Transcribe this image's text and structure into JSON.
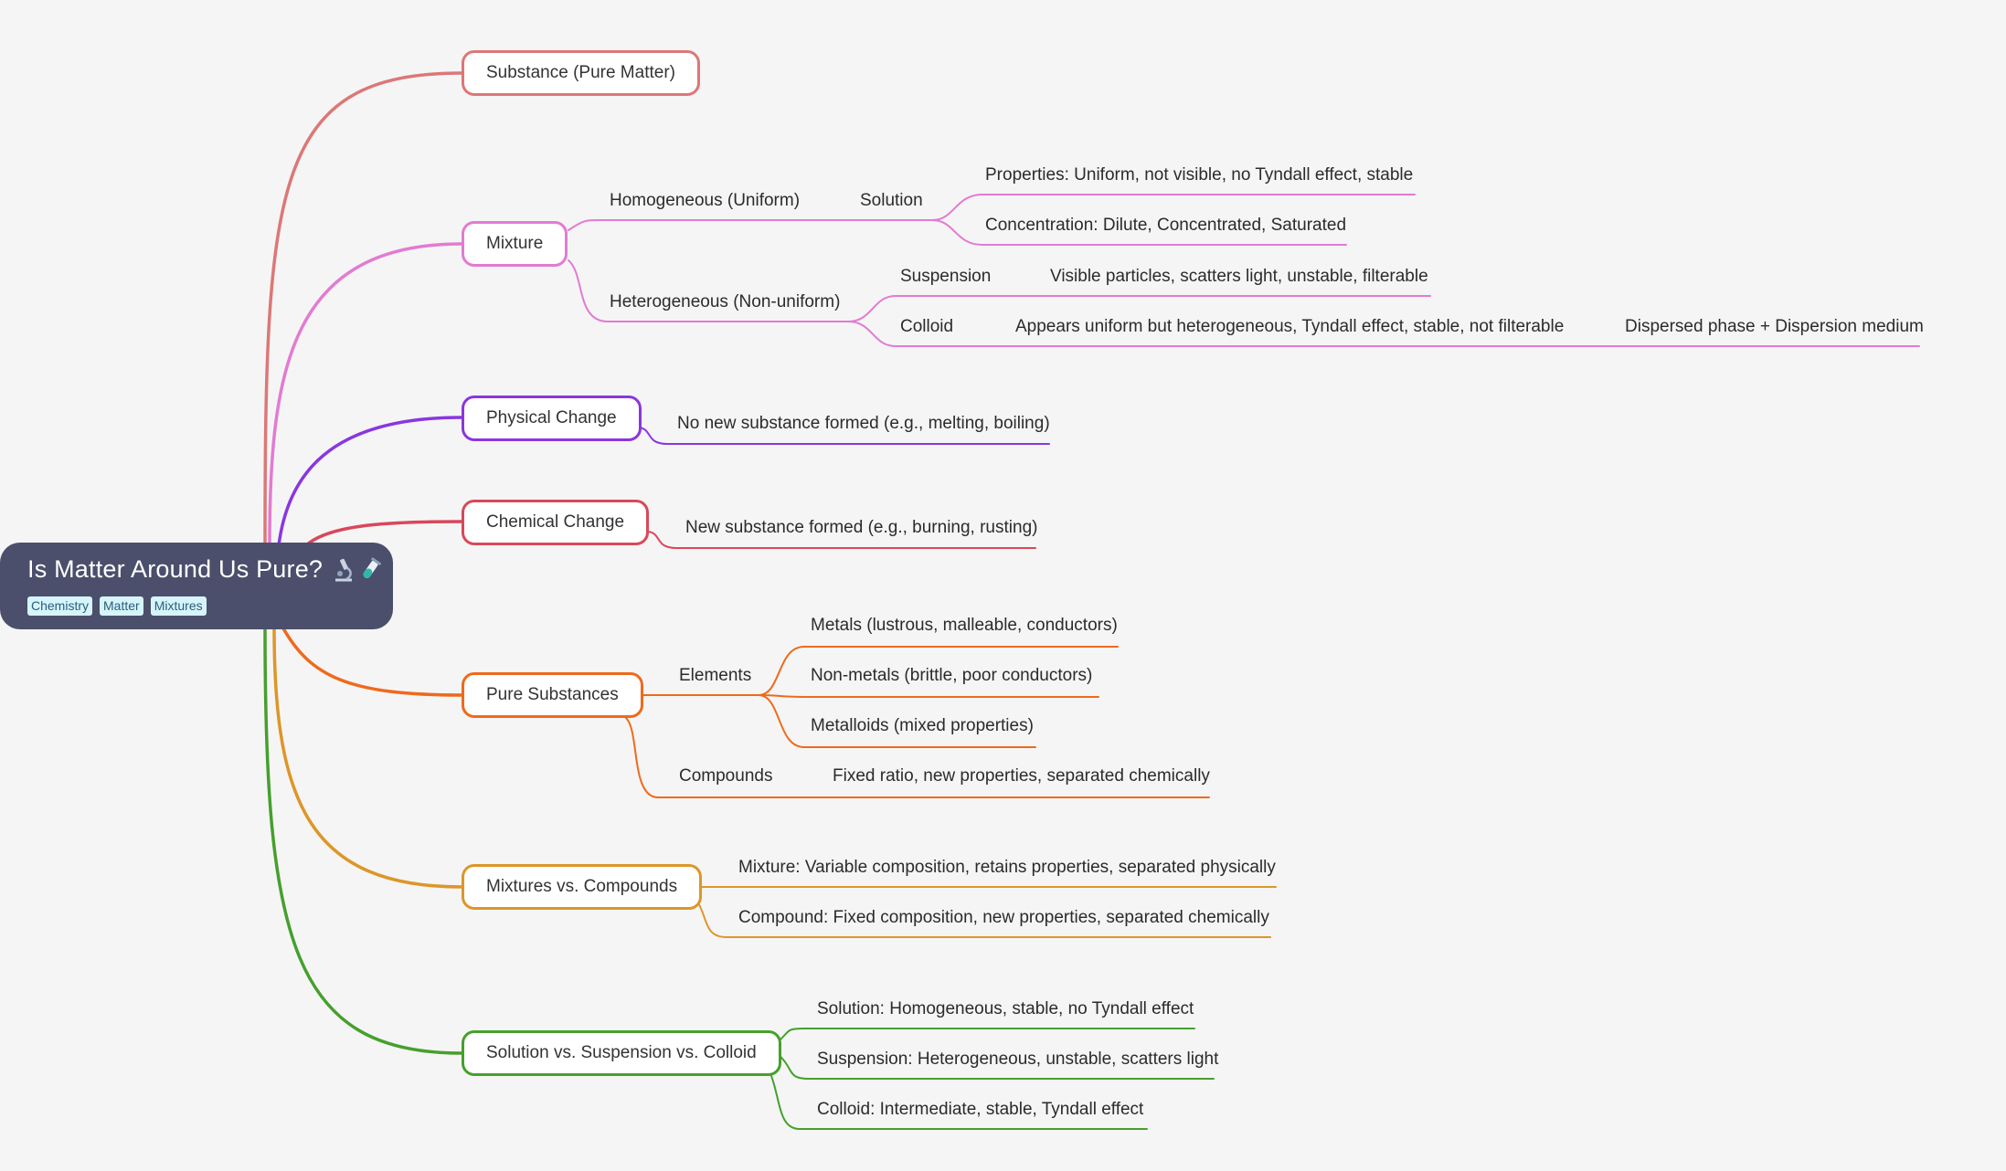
{
  "root": {
    "title": "Is Matter Around Us Pure?",
    "icons": [
      "microscope-icon",
      "test-tube-icon"
    ],
    "tags": [
      "Chemistry",
      "Matter",
      "Mixtures"
    ]
  },
  "colors": {
    "substance": "#dd7777",
    "mixture": "#e27bd2",
    "physical": "#8a36e0",
    "chemical": "#d8485a",
    "pure": "#ee6a1c",
    "mixcomp": "#dd9628",
    "solution": "#45a02c"
  },
  "branches": {
    "substance": {
      "label": "Substance (Pure Matter)"
    },
    "mixture": {
      "label": "Mixture",
      "homogeneous": {
        "label": "Homogeneous (Uniform)",
        "solution": {
          "label": "Solution",
          "properties": "Properties: Uniform, not visible, no Tyndall effect, stable",
          "concentration": "Concentration: Dilute, Concentrated, Saturated"
        }
      },
      "heterogeneous": {
        "label": "Heterogeneous (Non-uniform)",
        "suspension": {
          "label": "Suspension",
          "detail": "Visible particles, scatters light, unstable, filterable"
        },
        "colloid": {
          "label": "Colloid",
          "detail": "Appears uniform but heterogeneous, Tyndall effect, stable, not filterable",
          "phase": "Dispersed phase + Dispersion medium"
        }
      }
    },
    "physical": {
      "label": "Physical Change",
      "detail": "No new substance formed (e.g., melting, boiling)"
    },
    "chemical": {
      "label": "Chemical Change",
      "detail": "New substance formed (e.g., burning, rusting)"
    },
    "pure": {
      "label": "Pure Substances",
      "elements": {
        "label": "Elements",
        "items": [
          "Metals (lustrous, malleable, conductors)",
          "Non-metals (brittle, poor conductors)",
          "Metalloids (mixed properties)"
        ]
      },
      "compounds": {
        "label": "Compounds",
        "detail": "Fixed ratio, new properties, separated chemically"
      }
    },
    "mixcomp": {
      "label": "Mixtures vs. Compounds",
      "items": [
        "Mixture: Variable composition, retains properties, separated physically",
        "Compound: Fixed composition, new properties, separated chemically"
      ]
    },
    "solution": {
      "label": "Solution vs. Suspension vs. Colloid",
      "items": [
        "Solution: Homogeneous, stable, no Tyndall effect",
        "Suspension: Heterogeneous, unstable, scatters light",
        "Colloid: Intermediate, stable, Tyndall effect"
      ]
    }
  }
}
